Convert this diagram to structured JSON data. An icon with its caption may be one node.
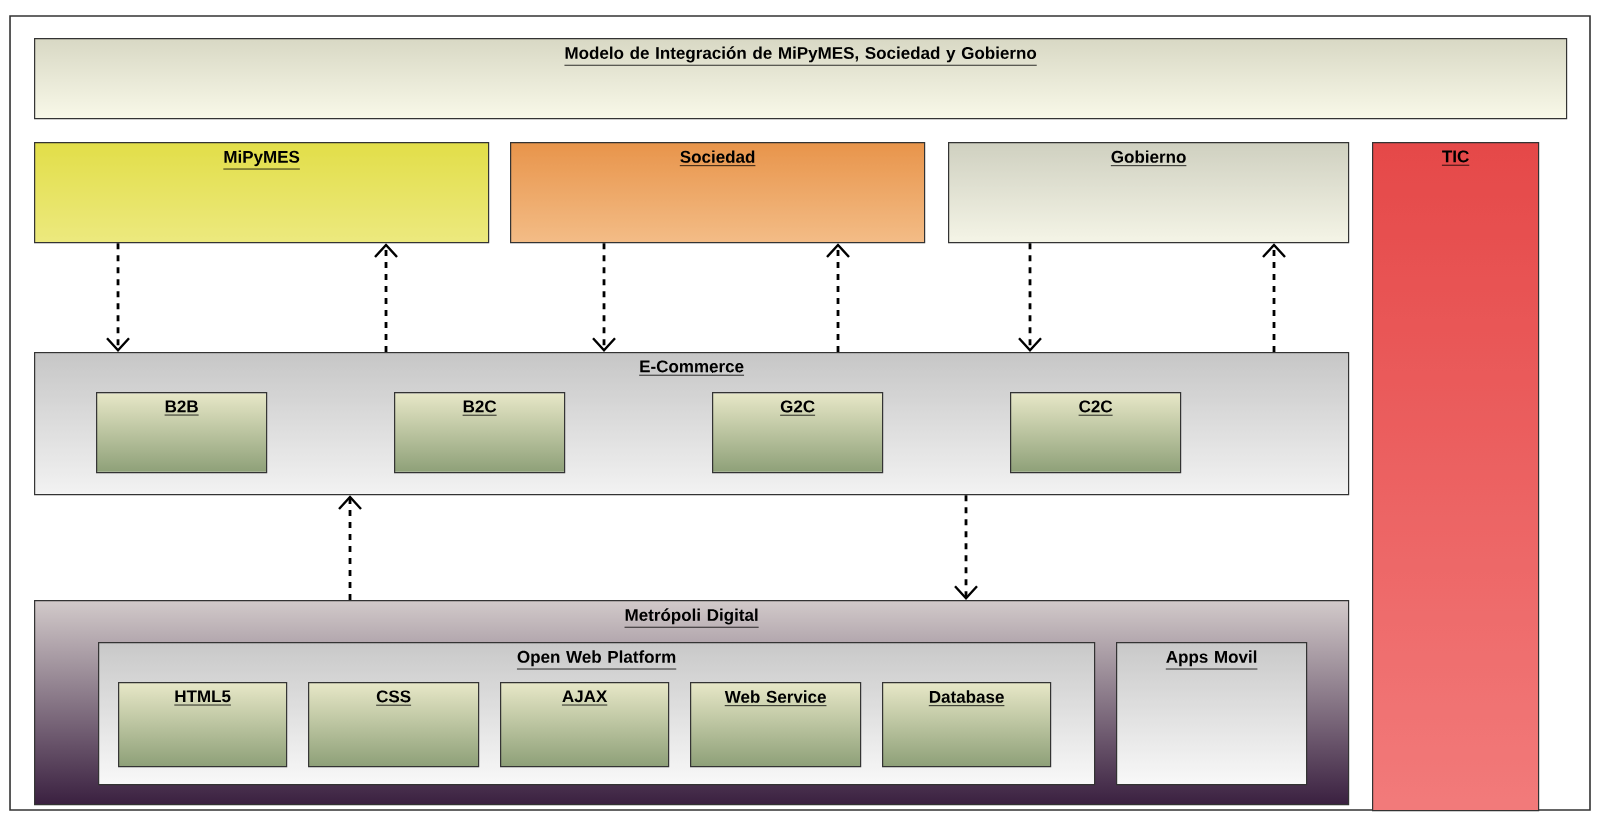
{
  "diagram": {
    "nodes": [
      {
        "text": [
          "Modelo de Integración de MiPyMES, Sociedad y Gobierno"
        ]
      },
      {
        "text": [
          "MiPyMES"
        ]
      },
      {
        "text": [
          "Sociedad"
        ]
      },
      {
        "text": [
          "Gobierno"
        ]
      },
      {
        "text": [
          "TIC"
        ]
      },
      {
        "text": [
          "E-Commerce"
        ]
      },
      {
        "text": [
          "B2B"
        ],
        "in": 5
      },
      {
        "text": [
          "B2C"
        ],
        "in": 5
      },
      {
        "text": [
          "G2C"
        ],
        "in": 5
      },
      {
        "text": [
          "C2C"
        ],
        "in": 5
      },
      {
        "text": [
          "Metrópoli Digital"
        ]
      },
      {
        "text": [
          "Open Web Platform"
        ],
        "in": 10
      },
      {
        "text": [
          "HTML5"
        ],
        "in": 11
      },
      {
        "text": [
          "CSS"
        ],
        "in": 11
      },
      {
        "text": [
          "AJAX"
        ],
        "in": 11
      },
      {
        "text": [
          "Web Service"
        ],
        "in": 11
      },
      {
        "text": [
          "Database"
        ],
        "in": 11
      },
      {
        "text": [
          "Apps Movil"
        ],
        "in": 10
      }
    ],
    "edges": [
      {
        "from": 1,
        "to": 5,
        "arrow": "to",
        "style": "dashed"
      },
      {
        "from": 5,
        "to": 1,
        "arrow": "to",
        "style": "dashed"
      },
      {
        "from": 2,
        "to": 5,
        "arrow": "to",
        "style": "dashed"
      },
      {
        "from": 5,
        "to": 2,
        "arrow": "to",
        "style": "dashed"
      },
      {
        "from": 3,
        "to": 5,
        "arrow": "to",
        "style": "dashed"
      },
      {
        "from": 5,
        "to": 3,
        "arrow": "to",
        "style": "dashed"
      },
      {
        "from": 10,
        "to": 5,
        "arrow": "to",
        "style": "dashed"
      },
      {
        "from": 5,
        "to": 10,
        "arrow": "to",
        "style": "dashed"
      }
    ]
  }
}
